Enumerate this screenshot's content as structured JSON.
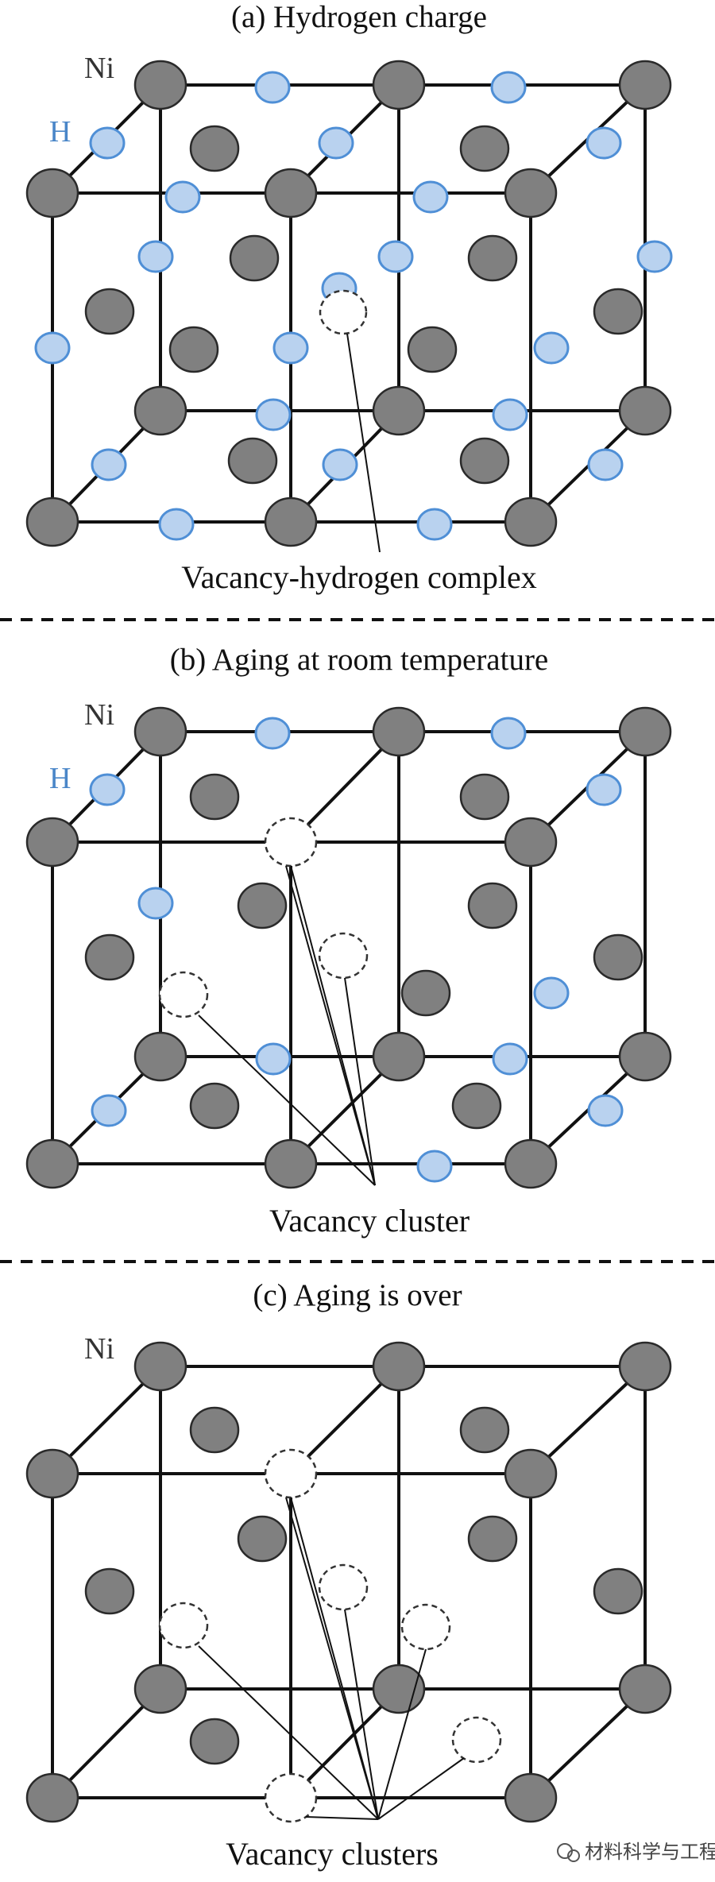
{
  "panels": [
    {
      "title": "(a) Hydrogen charge",
      "label_ni": "Ni",
      "label_h": "H",
      "annotation": "Vacancy-hydrogen complex"
    },
    {
      "title": "(b) Aging at room temperature",
      "label_ni": "Ni",
      "label_h": "H",
      "annotation": "Vacancy cluster"
    },
    {
      "title": "(c) Aging is over",
      "label_ni": "Ni",
      "annotation": "Vacancy clusters"
    }
  ],
  "watermark": "材料科学与工程",
  "colors": {
    "ni_fill": "#808080",
    "h_fill": "#b9d2ef",
    "h_stroke": "#4f8fd6",
    "label_h": "#4a86c8"
  }
}
